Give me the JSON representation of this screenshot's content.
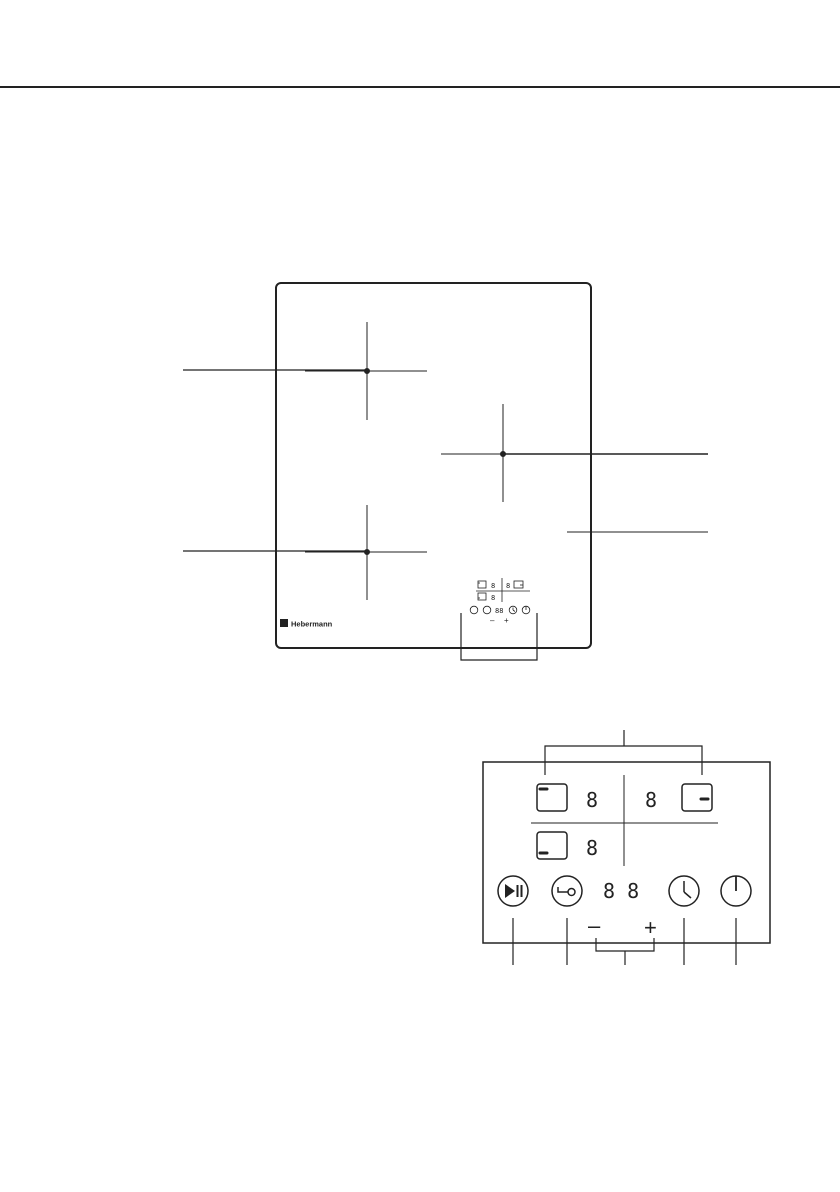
{
  "hob": {
    "brand": "Hebermann",
    "mini_panel": {
      "digit": "8",
      "timer_digits": "88",
      "minus": "–",
      "plus": "+"
    }
  },
  "control_panel": {
    "zone_digit": "8",
    "timer_display": "8 8",
    "minus_label": "–",
    "plus_label": "+"
  },
  "icons": {
    "play_pause": "play-pause-icon",
    "key_lock": "key-lock-icon",
    "clock": "clock-icon",
    "power": "power-icon",
    "zone_position": "zone-position-icon"
  }
}
